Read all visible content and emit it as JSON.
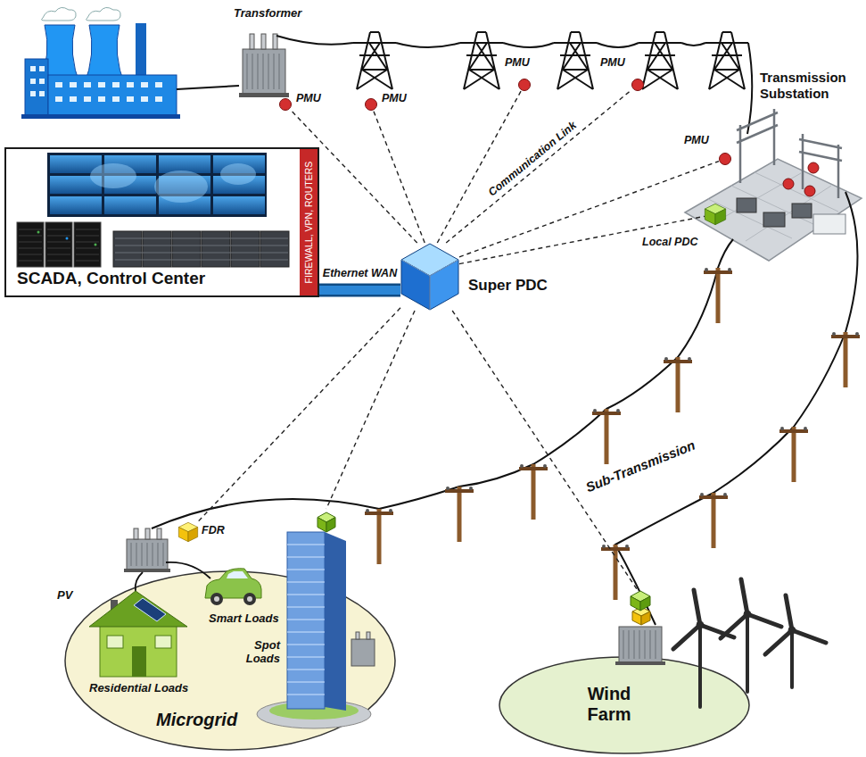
{
  "diagram": {
    "nodes": [
      {
        "text": [
          "SCADA, Control Center"
        ]
      },
      {
        "text": [
          "FIREWALL, VPN, ROUTERS"
        ],
        "in": 0
      },
      {
        "text": [
          "Super PDC"
        ]
      },
      {
        "text": [
          "PMU"
        ]
      },
      {
        "text": [
          "PMU"
        ]
      },
      {
        "text": [
          "PMU"
        ]
      },
      {
        "text": [
          "PMU"
        ]
      },
      {
        "text": [
          "Transmission Substation"
        ]
      },
      {
        "text": [
          "PMU"
        ],
        "in": 7
      },
      {
        "text": [
          "Local PDC"
        ],
        "in": 7
      },
      {
        "text": [
          "Microgrid"
        ]
      },
      {
        "text": [
          "FDR"
        ],
        "in": 10
      },
      {
        "text": [
          "Wind Farm"
        ]
      }
    ],
    "edges": [
      {
        "from": 0,
        "to": 2,
        "arrow": "none",
        "label": "Ethernet WAN"
      },
      {
        "from": 2,
        "to": 3,
        "arrow": "none"
      },
      {
        "from": 2,
        "to": 4,
        "arrow": "none"
      },
      {
        "from": 2,
        "to": 5,
        "arrow": "none"
      },
      {
        "from": 2,
        "to": 6,
        "arrow": "none",
        "label": "Communication Link"
      },
      {
        "from": 2,
        "to": 8,
        "arrow": "none"
      },
      {
        "from": 2,
        "to": 9,
        "arrow": "none"
      },
      {
        "from": 2,
        "to": 11,
        "arrow": "none"
      },
      {
        "from": 2,
        "to": 10,
        "arrow": "none"
      },
      {
        "from": 2,
        "to": 12,
        "arrow": "none"
      }
    ],
    "labels": [
      "Transformer",
      "Sub-Transmission",
      "PV",
      "Smart Loads",
      "Spot Loads",
      "Residential Loads"
    ]
  }
}
